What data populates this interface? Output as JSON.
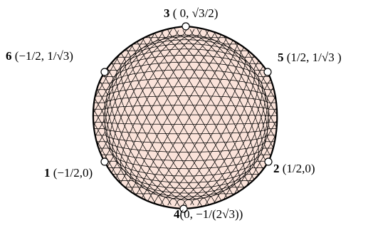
{
  "colors": {
    "fill": "#fbe3da",
    "edge": "#000000",
    "outline": "#000000",
    "vertex_fill": "#ffffff"
  },
  "vertices": [
    {
      "id": "1",
      "num": "1",
      "coord": " (−1/2,0)"
    },
    {
      "id": "2",
      "num": "2",
      "coord": " (1/2,0)"
    },
    {
      "id": "3",
      "num": "3",
      "coord": " ( 0, √3/2)"
    },
    {
      "id": "4",
      "num": "4",
      "coord": "(0, −1/(2√3))"
    },
    {
      "id": "5",
      "num": "5",
      "coord": " (1/2, 1/√3 )"
    },
    {
      "id": "6",
      "num": "6",
      "coord": " (−1/2, 1/√3)"
    }
  ]
}
